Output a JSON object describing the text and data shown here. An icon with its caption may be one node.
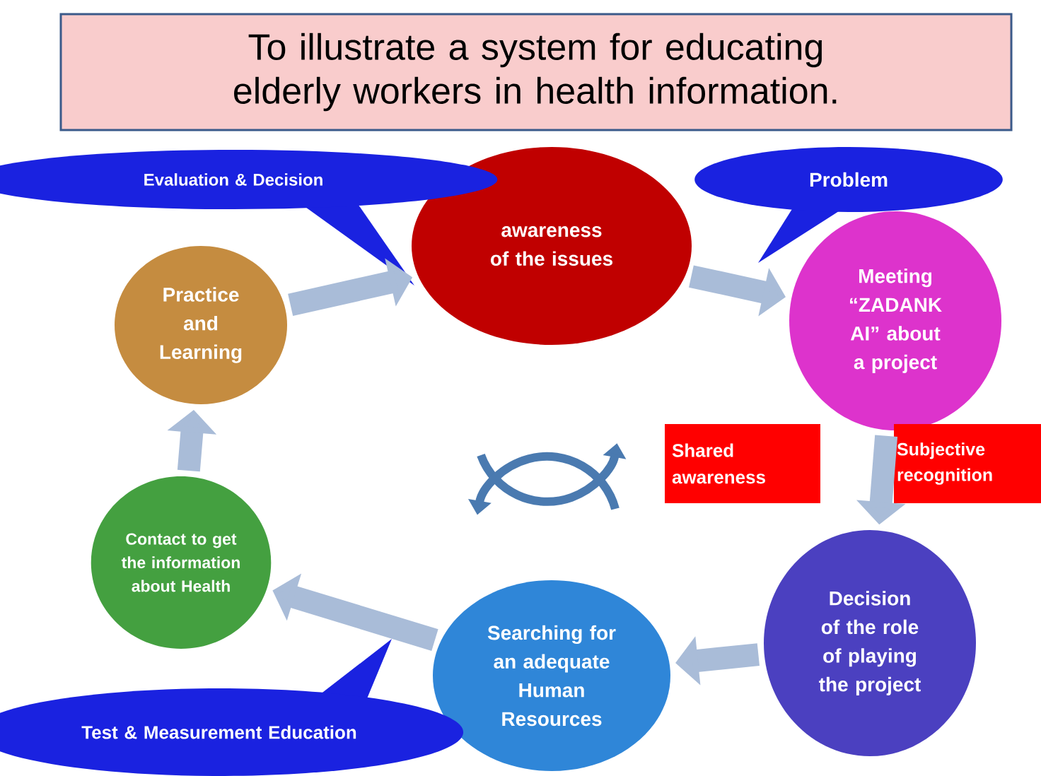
{
  "diagram": {
    "title": "To illustrate a system for educating elderly workers in health information.",
    "nodes": [
      {
        "text": [
          "awareness of the issues"
        ]
      },
      {
        "text": [
          "Meeting “ZADANK AI” about a project"
        ]
      },
      {
        "text": [
          "Decision of the role of playing the project"
        ]
      },
      {
        "text": [
          "Searching for an adequate Human Resources"
        ]
      },
      {
        "text": [
          "Contact to get the information about Health"
        ]
      },
      {
        "text": [
          "Practice and Learning"
        ]
      },
      {
        "text": [
          "Evaluation & Decision"
        ]
      },
      {
        "text": [
          "Problem"
        ]
      },
      {
        "text": [
          "Test & Measurement Education"
        ]
      },
      {
        "text": [
          "Shared awareness"
        ]
      },
      {
        "text": [
          "Subjective recognition"
        ]
      }
    ],
    "edges": [
      {
        "from": 0,
        "to": 1,
        "arrow": "to"
      },
      {
        "from": 1,
        "to": 2,
        "arrow": "to"
      },
      {
        "from": 2,
        "to": 3,
        "arrow": "to"
      },
      {
        "from": 3,
        "to": 4,
        "arrow": "to"
      },
      {
        "from": 4,
        "to": 5,
        "arrow": "to"
      },
      {
        "from": 5,
        "to": 0,
        "arrow": "to"
      }
    ]
  }
}
